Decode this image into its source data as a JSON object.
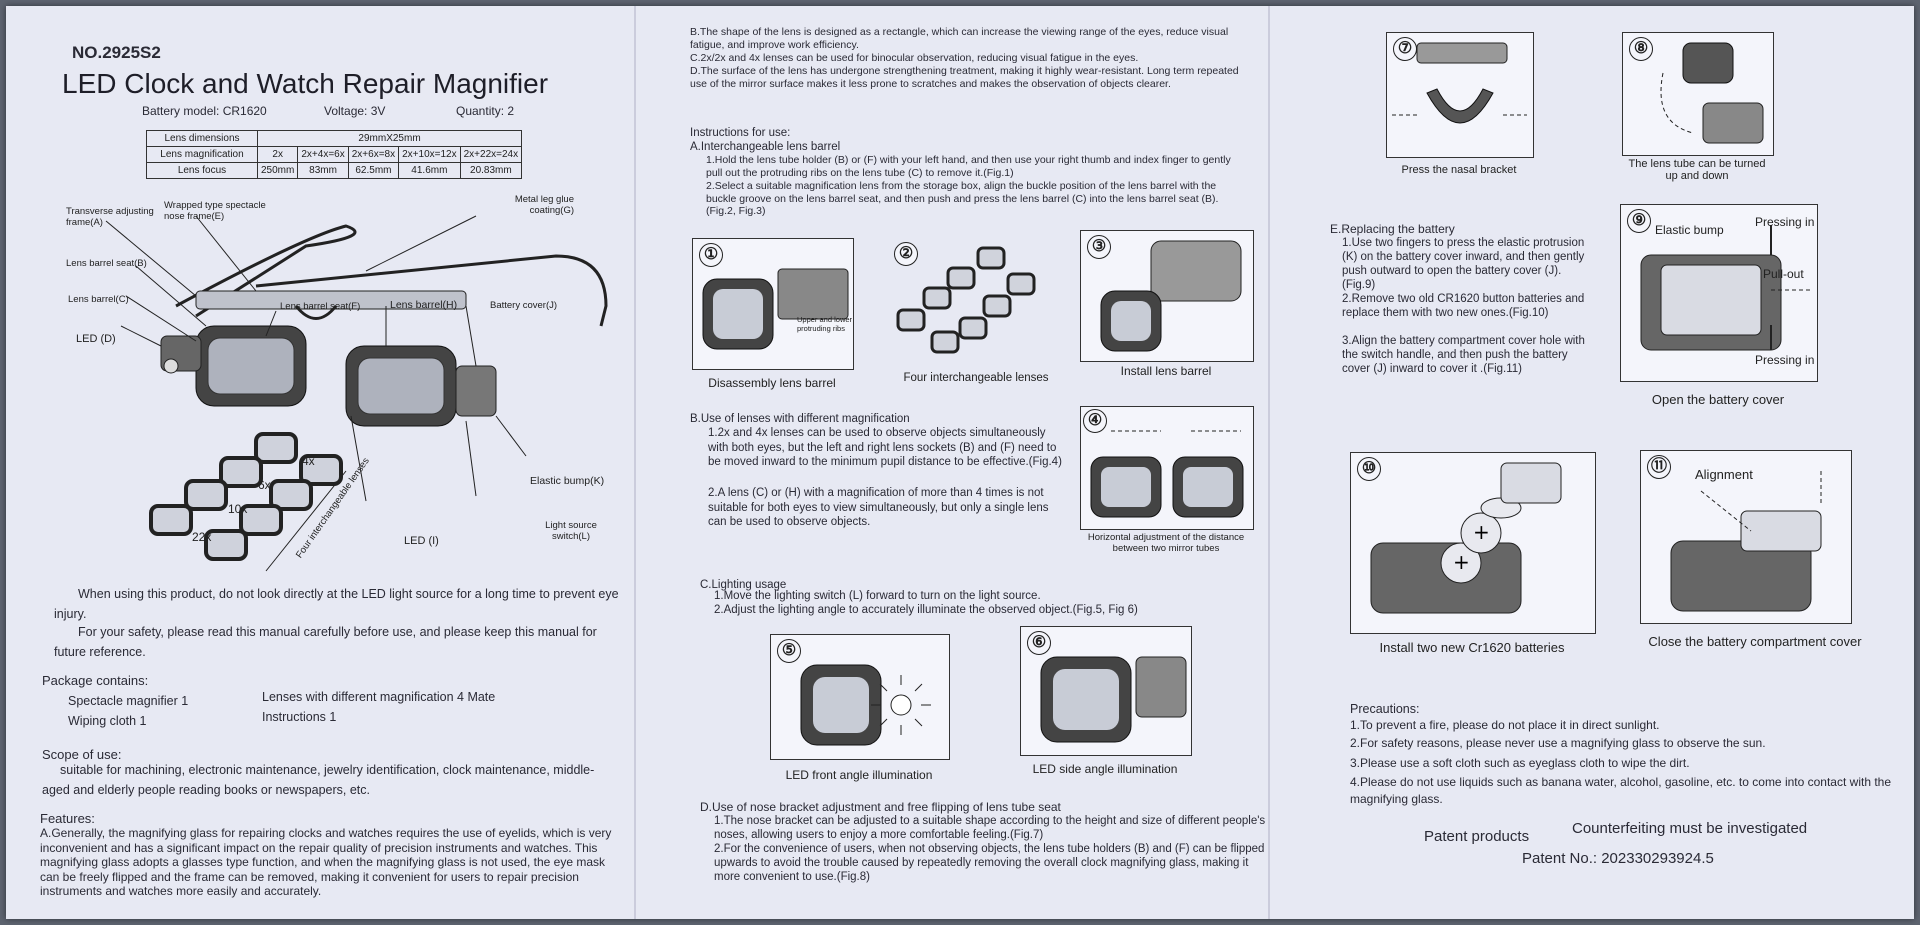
{
  "header": {
    "model_no": "NO.2925S2",
    "title": "LED Clock and Watch Repair Magnifier",
    "battery_model": "Battery model: CR1620",
    "voltage": "Voltage: 3V",
    "quantity": "Quantity: 2"
  },
  "spec_table": {
    "rows": [
      [
        "Lens dimensions",
        "29mmX25mm"
      ],
      [
        "Lens magnification",
        "2x",
        "2x+4x=6x",
        "2x+6x=8x",
        "2x+10x=12x",
        "2x+22x=24x"
      ],
      [
        "Lens focus",
        "250mm",
        "83mm",
        "62.5mm",
        "41.6mm",
        "20.83mm"
      ]
    ]
  },
  "diagram_labels": {
    "transverse": "Transverse adjusting frame(A)",
    "wrapped": "Wrapped type spectacle nose frame(E)",
    "metal_leg": "Metal leg glue coating(G)",
    "seat_b": "Lens barrel seat(B)",
    "barrel_c": "Lens barrel(C)",
    "seat_f": "Lens barrel seat(F)",
    "barrel_h": "Lens barrel(H)",
    "battery_cover": "Battery cover(J)",
    "led_d": "LED (D)",
    "elastic_k": "Elastic bump(K)",
    "switch_l": "Light source switch(L)",
    "led_i": "LED (I)",
    "four_lenses": "Four interchangeable lenses",
    "m4": "4x",
    "m6": "6x",
    "m10": "10x",
    "m22": "22x"
  },
  "left": {
    "warning": "When using this product, do not look directly at the LED light source for a long time to prevent eye injury.",
    "safety": "For your safety, please read this manual carefully before use, and please keep this manual for future reference.",
    "package_title": "Package contains:",
    "pkg1": "Spectacle magnifier   1",
    "pkg2": "Lenses with different magnification   4 Mate",
    "pkg3": "Wiping cloth   1",
    "pkg4": "Instructions   1",
    "scope_title": "Scope of use:",
    "scope_text": "suitable for machining, electronic maintenance, jewelry identification, clock maintenance, middle-aged and elderly people reading books or newspapers, etc.",
    "features_title": "Features:",
    "features_a": "A.Generally, the magnifying glass for repairing clocks and watches requires the use of eyelids, which is very inconvenient and has a significant impact on the repair quality of precision instruments and watches. This magnifying glass adopts a glasses type function, and when the magnifying glass is not used, the eye mask can be freely flipped and the frame can be removed, making it convenient for users to repair precision instruments and watches more easily and accurately."
  },
  "middle": {
    "b": "B.The shape of the lens is designed as a rectangle, which can increase the viewing range of the eyes, reduce visual fatigue, and improve work efficiency.",
    "c": "C.2x/2x and 4x lenses can be used for binocular observation, reducing visual fatigue in the eyes.",
    "d": "D.The surface of the lens has undergone strengthening treatment, making it highly wear-resistant. Long term repeated use of the mirror surface makes it less prone to scratches and makes the observation of objects clearer.",
    "instr_title": "Instructions for use:",
    "a_title": "A.Interchangeable lens barrel",
    "a1": "1.Hold the lens tube holder (B) or (F) with your left hand, and then use your right thumb and index finger to gently pull out the protruding ribs on the lens tube (C) to remove it.(Fig.1)",
    "a2": "2.Select a suitable magnification lens from the storage box, align the buckle position of the lens barrel with the buckle groove on the lens barrel seat, and then push and press the lens barrel (C) into the lens barrel seat (B).(Fig.2, Fig.3)",
    "fig1_cap": "Disassembly lens barrel",
    "fig1_note": "Upper and lower protruding ribs",
    "fig2_cap": "Four interchangeable lenses",
    "fig3_cap": "Install lens barrel",
    "b_title": "B.Use of lenses with different magnification",
    "b1": "1.2x and 4x lenses can be used to observe objects simultaneously with both eyes, but the left and right lens sockets (B) and (F) need to be moved inward to the minimum pupil distance to be effective.(Fig.4)",
    "b2": "2.A lens (C) or (H) with a magnification of more than 4 times is not suitable for both eyes to view simultaneously, but only a single lens can be used to observe objects.",
    "fig4_cap": "Horizontal adjustment of the distance between two mirror tubes",
    "c_title": "C.Lighting usage",
    "c1": "1.Move the lighting switch (L) forward to turn on the light source.",
    "c2": "2.Adjust the lighting angle to accurately illuminate the observed object.(Fig.5, Fig 6)",
    "fig5_cap": "LED front angle illumination",
    "fig6_cap": "LED side angle illumination",
    "d_title": "D.Use of nose bracket adjustment and free flipping of lens tube seat",
    "d1": "1.The nose bracket can be adjusted to a suitable shape according to the height and size of different people's noses, allowing users to enjoy a more comfortable feeling.(Fig.7)",
    "d2": "2.For the convenience of users, when not observing objects, the lens tube holders (B) and (F) can be flipped upwards to avoid the trouble caused by repeatedly removing the overall clock magnifying glass, making it more convenient to use.(Fig.8)"
  },
  "right": {
    "fig7_cap": "Press the nasal bracket",
    "fig8_cap": "The lens tube can be turned up and down",
    "e_title": "E.Replacing the battery",
    "e1": "1.Use two fingers to press the elastic protrusion (K) on the battery cover inward, and then gently push outward to open the battery cover (J).(Fig.9)",
    "e2": "2.Remove two old CR1620 button batteries and replace them with two new ones.(Fig.10)",
    "e3": "3.Align the battery compartment cover hole with the switch handle, and then push the battery cover (J) inward to cover it .(Fig.11)",
    "fig9_cap": "Open the battery cover",
    "fig9_elastic": "Elastic bump",
    "fig9_press1": "Pressing in",
    "fig9_pull": "Pull-out",
    "fig9_press2": "Pressing in",
    "fig10_cap": "Install two new Cr1620 batteries",
    "fig11_cap": "Close the battery compartment cover",
    "fig11_align": "Alignment",
    "prec_title": "Precautions:",
    "p1": "1.To prevent a fire, please do not place it in direct sunlight.",
    "p2": "2.For safety reasons, please never use a magnifying glass to observe the sun.",
    "p3": "3.Please use a soft cloth such as eyeglass cloth to wipe the dirt.",
    "p4": "4.Please do not use liquids such as banana water, alcohol, gasoline, etc. to come into contact with the magnifying glass.",
    "patent": "Patent products",
    "counterfeit": "Counterfeiting must be investigated",
    "patent_no": "Patent No.: 202330293924.5"
  },
  "figure_numbers": [
    "①",
    "②",
    "③",
    "④",
    "⑤",
    "⑥",
    "⑦",
    "⑧",
    "⑨",
    "⑩",
    "⑪"
  ],
  "colors": {
    "paper": "#e7e9f3",
    "ink": "#222222",
    "background": "#5e6470"
  }
}
